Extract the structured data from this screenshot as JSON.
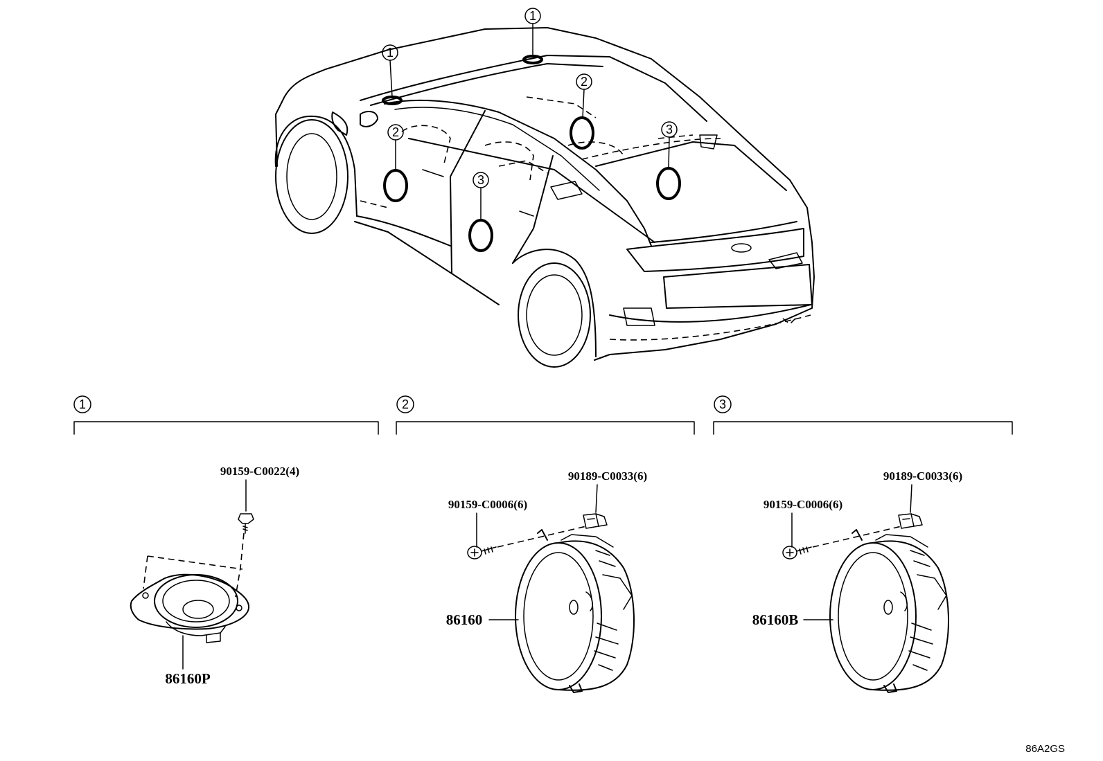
{
  "callouts": {
    "one": "1",
    "two": "2",
    "three": "3"
  },
  "groups": [
    {
      "number": "1",
      "fastener": "90159-C0022(4)",
      "part": "86160P"
    },
    {
      "number": "2",
      "fastener_a": "90159-C0006(6)",
      "fastener_b": "90189-C0033(6)",
      "part": "86160"
    },
    {
      "number": "3",
      "fastener_a": "90159-C0006(6)",
      "fastener_b": "90189-C0033(6)",
      "part": "86160B"
    }
  ],
  "diagram_code": "86A2GS"
}
